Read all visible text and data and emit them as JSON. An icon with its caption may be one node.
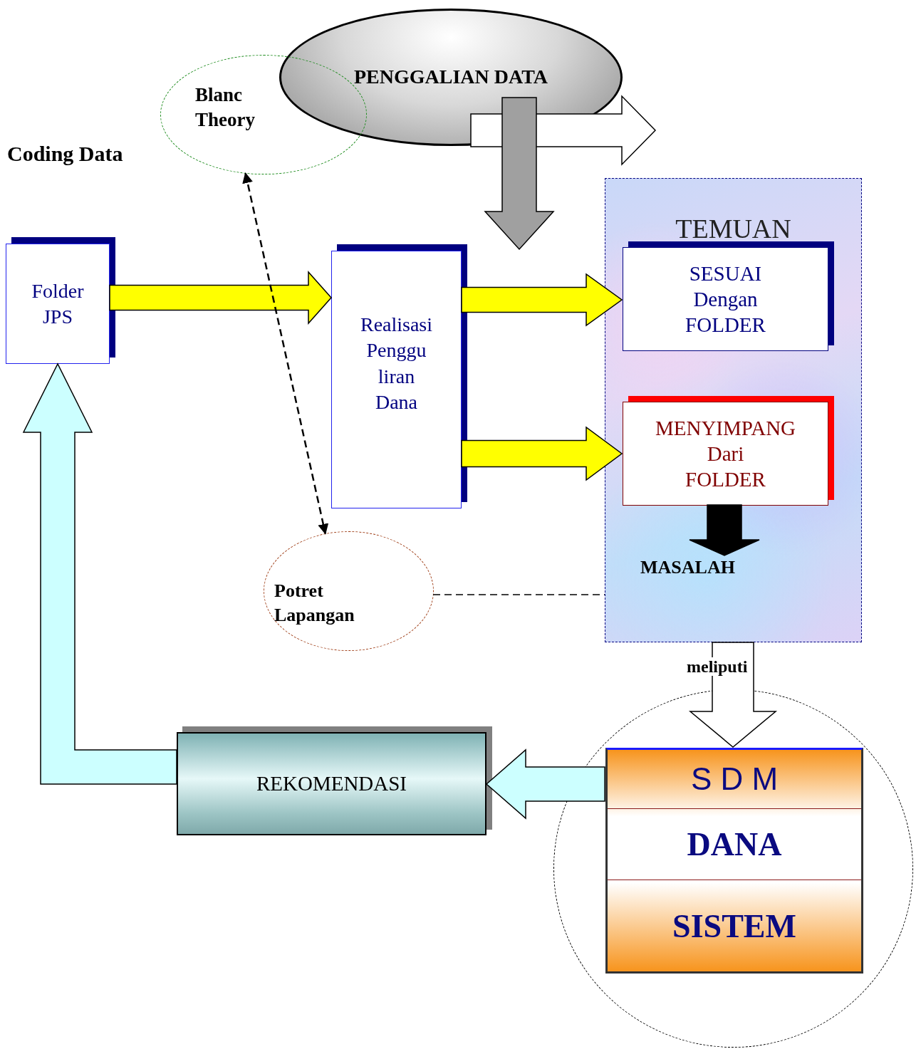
{
  "diagram": {
    "nodes": [
      {
        "text": [
          "PENGGALIAN DATA"
        ]
      },
      {
        "text": [
          "Blanc Theory"
        ]
      },
      {
        "text": [
          "Folder JPS"
        ]
      },
      {
        "text": [
          "Realisasi Penggu liran Dana"
        ]
      },
      {
        "text": [
          "TEMUAN"
        ]
      },
      {
        "text": [
          "SESUAI Dengan FOLDER"
        ],
        "in": 4
      },
      {
        "text": [
          "MENYIMPANG Dari FOLDER"
        ],
        "in": 4
      },
      {
        "text": [
          "MASALAH"
        ],
        "in": 4
      },
      {
        "text": [
          "Potret Lapangan"
        ]
      },
      {
        "text": [],
        "shape": "circle"
      },
      {
        "text": [
          "S D M",
          "DANA",
          "SISTEM"
        ],
        "in": 9
      },
      {
        "text": [
          "REKOMENDASI"
        ]
      }
    ],
    "edges": [
      {
        "from": 0,
        "to": null,
        "arrow": "to",
        "style": "thick",
        "color": "#ffffff"
      },
      {
        "from": 0,
        "to": null,
        "arrow": "to",
        "style": "thick",
        "color": "#a0a0a0"
      },
      {
        "from": 2,
        "to": 3,
        "arrow": "to",
        "style": "thick",
        "color": "#ffff00"
      },
      {
        "from": 3,
        "to": 5,
        "arrow": "to",
        "style": "thick",
        "color": "#ffff00"
      },
      {
        "from": 3,
        "to": 6,
        "arrow": "to",
        "style": "thick",
        "color": "#ffff00"
      },
      {
        "from": 6,
        "to": 7,
        "arrow": "to",
        "style": "thick",
        "color": "#000000"
      },
      {
        "from": 1,
        "to": 8,
        "arrow": "both",
        "style": "dashed"
      },
      {
        "from": 8,
        "to": 4,
        "arrow": "none",
        "style": "dashed"
      },
      {
        "from": 4,
        "to": 10,
        "arrow": "to",
        "style": "thick",
        "color": "#ffffff",
        "label": "meliputi"
      },
      {
        "from": 10,
        "to": 11,
        "arrow": "to",
        "style": "thick",
        "color": "#ccffff"
      },
      {
        "from": 11,
        "to": 2,
        "arrow": "to",
        "style": "thick",
        "color": "#ccffff"
      }
    ],
    "labels": [
      "Coding Data"
    ]
  }
}
